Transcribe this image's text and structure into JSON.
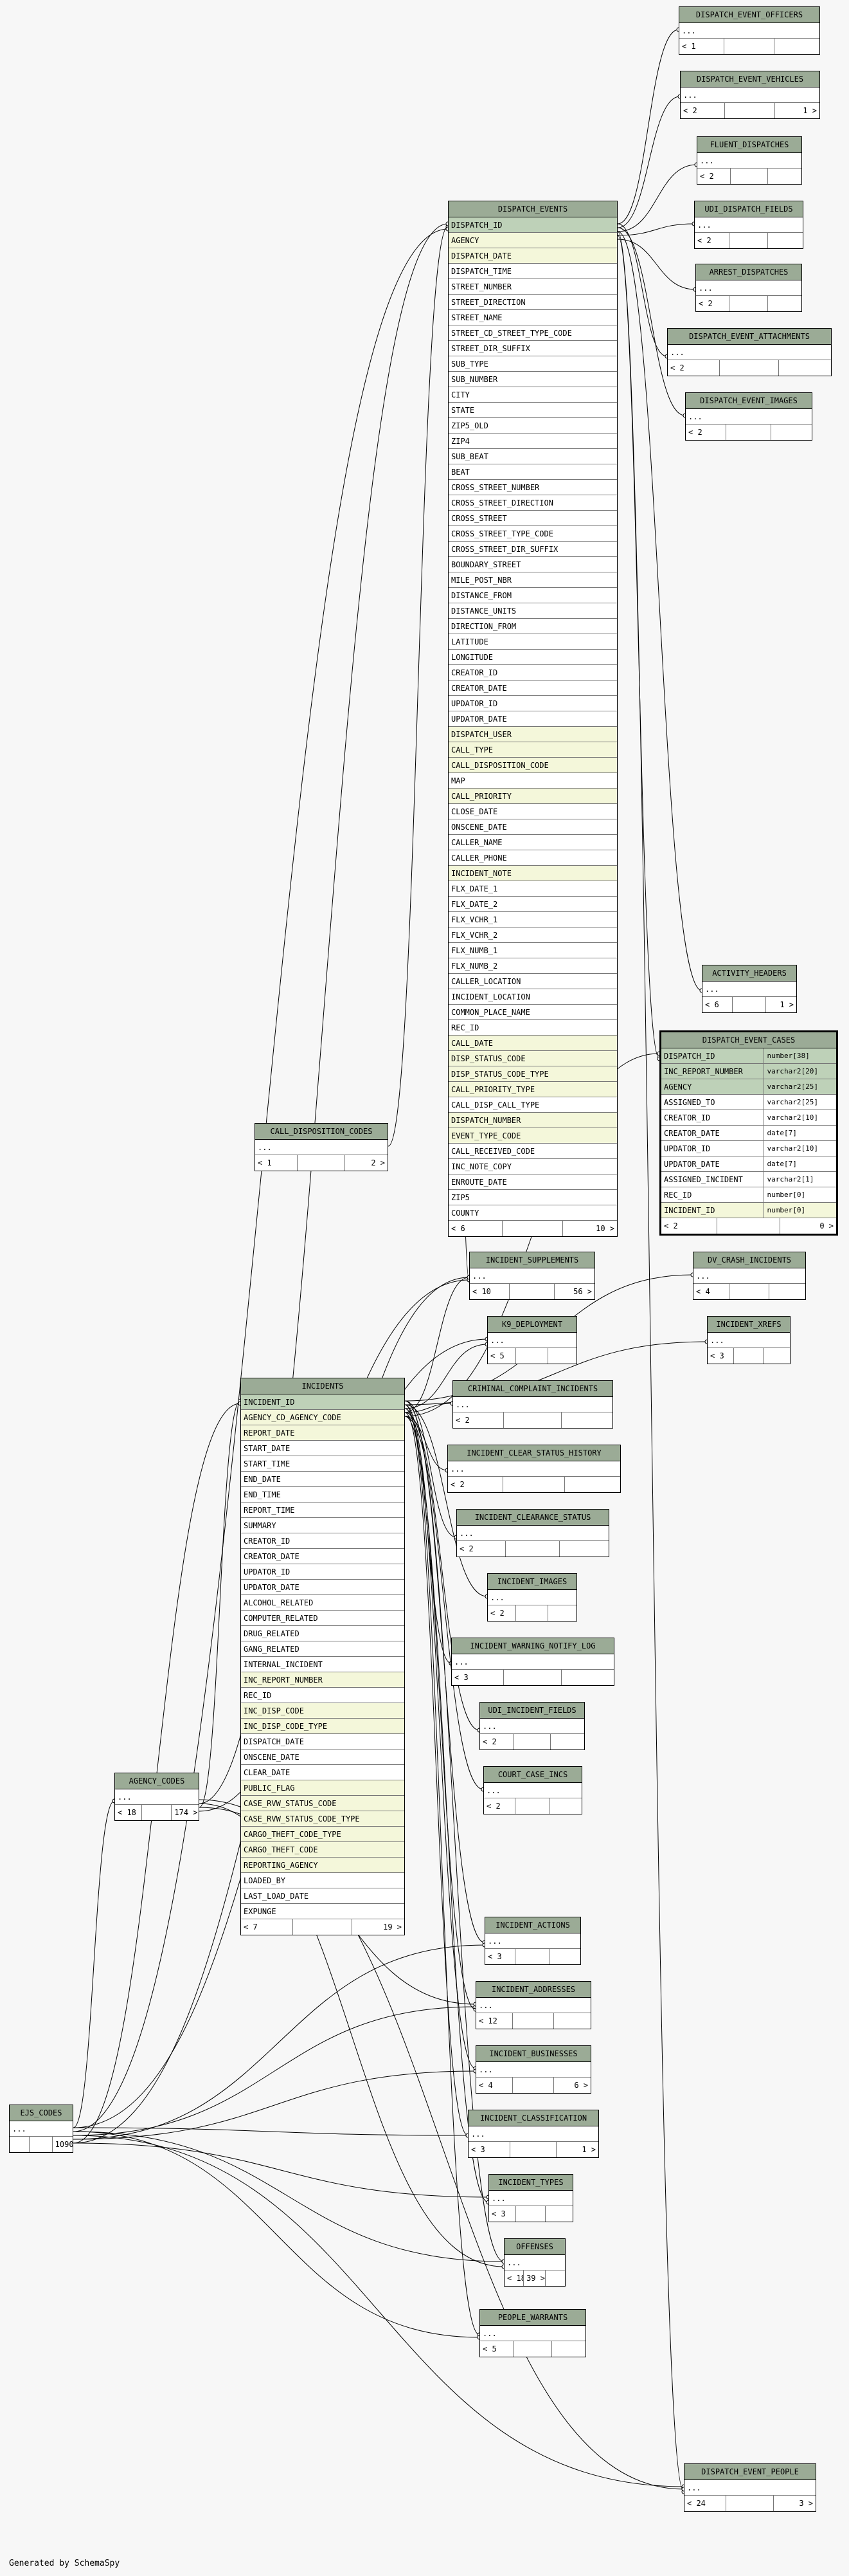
{
  "footer": "Generated by SchemaSpy",
  "tables": [
    {
      "id": "dispatch_event_officers",
      "name": "DISPATCH_EVENT_OFFICERS",
      "rows": [
        {
          "t": "...",
          "k": "plain"
        }
      ],
      "footer": [
        "< 1",
        "",
        ""
      ]
    },
    {
      "id": "dispatch_event_vehicles",
      "name": "DISPATCH_EVENT_VEHICLES",
      "rows": [
        {
          "t": "...",
          "k": "plain"
        }
      ],
      "footer": [
        "< 2",
        "",
        "1 >"
      ]
    },
    {
      "id": "fluent_dispatches",
      "name": "FLUENT_DISPATCHES",
      "rows": [
        {
          "t": "...",
          "k": "plain"
        }
      ],
      "footer": [
        "< 2",
        "",
        ""
      ]
    },
    {
      "id": "udi_dispatch_fields",
      "name": "UDI_DISPATCH_FIELDS",
      "rows": [
        {
          "t": "...",
          "k": "plain"
        }
      ],
      "footer": [
        "< 2",
        "",
        ""
      ]
    },
    {
      "id": "arrest_dispatches",
      "name": "ARREST_DISPATCHES",
      "rows": [
        {
          "t": "...",
          "k": "plain"
        }
      ],
      "footer": [
        "< 2",
        "",
        ""
      ]
    },
    {
      "id": "dispatch_event_attachments",
      "name": "DISPATCH_EVENT_ATTACHMENTS",
      "rows": [
        {
          "t": "...",
          "k": "plain"
        }
      ],
      "footer": [
        "< 2",
        "",
        ""
      ]
    },
    {
      "id": "dispatch_event_images",
      "name": "DISPATCH_EVENT_IMAGES",
      "rows": [
        {
          "t": "...",
          "k": "plain"
        }
      ],
      "footer": [
        "< 2",
        "",
        ""
      ]
    },
    {
      "id": "dispatch_events",
      "name": "DISPATCH_EVENTS",
      "rows": [
        {
          "t": "DISPATCH_ID",
          "k": "pk"
        },
        {
          "t": "AGENCY",
          "k": "fk"
        },
        {
          "t": "DISPATCH_DATE",
          "k": "fk"
        },
        {
          "t": "DISPATCH_TIME",
          "k": "plain"
        },
        {
          "t": "STREET_NUMBER",
          "k": "plain"
        },
        {
          "t": "STREET_DIRECTION",
          "k": "plain"
        },
        {
          "t": "STREET_NAME",
          "k": "plain"
        },
        {
          "t": "STREET_CD_STREET_TYPE_CODE",
          "k": "plain"
        },
        {
          "t": "STREET_DIR_SUFFIX",
          "k": "plain"
        },
        {
          "t": "SUB_TYPE",
          "k": "plain"
        },
        {
          "t": "SUB_NUMBER",
          "k": "plain"
        },
        {
          "t": "CITY",
          "k": "plain"
        },
        {
          "t": "STATE",
          "k": "plain"
        },
        {
          "t": "ZIP5_OLD",
          "k": "plain"
        },
        {
          "t": "ZIP4",
          "k": "plain"
        },
        {
          "t": "SUB_BEAT",
          "k": "plain"
        },
        {
          "t": "BEAT",
          "k": "plain"
        },
        {
          "t": "CROSS_STREET_NUMBER",
          "k": "plain"
        },
        {
          "t": "CROSS_STREET_DIRECTION",
          "k": "plain"
        },
        {
          "t": "CROSS_STREET",
          "k": "plain"
        },
        {
          "t": "CROSS_STREET_TYPE_CODE",
          "k": "plain"
        },
        {
          "t": "CROSS_STREET_DIR_SUFFIX",
          "k": "plain"
        },
        {
          "t": "BOUNDARY_STREET",
          "k": "plain"
        },
        {
          "t": "MILE_POST_NBR",
          "k": "plain"
        },
        {
          "t": "DISTANCE_FROM",
          "k": "plain"
        },
        {
          "t": "DISTANCE_UNITS",
          "k": "plain"
        },
        {
          "t": "DIRECTION_FROM",
          "k": "plain"
        },
        {
          "t": "LATITUDE",
          "k": "plain"
        },
        {
          "t": "LONGITUDE",
          "k": "plain"
        },
        {
          "t": "CREATOR_ID",
          "k": "plain"
        },
        {
          "t": "CREATOR_DATE",
          "k": "plain"
        },
        {
          "t": "UPDATOR_ID",
          "k": "plain"
        },
        {
          "t": "UPDATOR_DATE",
          "k": "plain"
        },
        {
          "t": "DISPATCH_USER",
          "k": "fk"
        },
        {
          "t": "CALL_TYPE",
          "k": "fk"
        },
        {
          "t": "CALL_DISPOSITION_CODE",
          "k": "fk"
        },
        {
          "t": "MAP",
          "k": "plain"
        },
        {
          "t": "CALL_PRIORITY",
          "k": "fk"
        },
        {
          "t": "CLOSE_DATE",
          "k": "plain"
        },
        {
          "t": "ONSCENE_DATE",
          "k": "plain"
        },
        {
          "t": "CALLER_NAME",
          "k": "plain"
        },
        {
          "t": "CALLER_PHONE",
          "k": "plain"
        },
        {
          "t": "INCIDENT_NOTE",
          "k": "fk"
        },
        {
          "t": "FLX_DATE_1",
          "k": "plain"
        },
        {
          "t": "FLX_DATE_2",
          "k": "plain"
        },
        {
          "t": "FLX_VCHR_1",
          "k": "plain"
        },
        {
          "t": "FLX_VCHR_2",
          "k": "plain"
        },
        {
          "t": "FLX_NUMB_1",
          "k": "plain"
        },
        {
          "t": "FLX_NUMB_2",
          "k": "plain"
        },
        {
          "t": "CALLER_LOCATION",
          "k": "plain"
        },
        {
          "t": "INCIDENT_LOCATION",
          "k": "plain"
        },
        {
          "t": "COMMON_PLACE_NAME",
          "k": "plain"
        },
        {
          "t": "REC_ID",
          "k": "plain"
        },
        {
          "t": "CALL_DATE",
          "k": "fk"
        },
        {
          "t": "DISP_STATUS_CODE",
          "k": "fk"
        },
        {
          "t": "DISP_STATUS_CODE_TYPE",
          "k": "fk"
        },
        {
          "t": "CALL_PRIORITY_TYPE",
          "k": "fk"
        },
        {
          "t": "CALL_DISP_CALL_TYPE",
          "k": "plain"
        },
        {
          "t": "DISPATCH_NUMBER",
          "k": "fk"
        },
        {
          "t": "EVENT_TYPE_CODE",
          "k": "fk"
        },
        {
          "t": "CALL_RECEIVED_CODE",
          "k": "plain"
        },
        {
          "t": "INC_NOTE_COPY",
          "k": "plain"
        },
        {
          "t": "ENROUTE_DATE",
          "k": "plain"
        },
        {
          "t": "ZIP5",
          "k": "plain"
        },
        {
          "t": "COUNTY",
          "k": "plain"
        }
      ],
      "footer": [
        "< 6",
        "",
        "10 >"
      ]
    },
    {
      "id": "activity_headers",
      "name": "ACTIVITY_HEADERS",
      "rows": [
        {
          "t": "...",
          "k": "plain"
        }
      ],
      "footer": [
        "< 6",
        "",
        "1 >"
      ]
    },
    {
      "id": "dispatch_event_cases",
      "name": "DISPATCH_EVENT_CASES",
      "rows": [
        {
          "t": "DISPATCH_ID",
          "k": "pk",
          "ty": "number[38]"
        },
        {
          "t": "INC_REPORT_NUMBER",
          "k": "pk",
          "ty": "varchar2[20]"
        },
        {
          "t": "AGENCY",
          "k": "pk",
          "ty": "varchar2[25]"
        },
        {
          "t": "ASSIGNED_TO",
          "k": "plain",
          "ty": "varchar2[25]"
        },
        {
          "t": "CREATOR_ID",
          "k": "plain",
          "ty": "varchar2[10]"
        },
        {
          "t": "CREATOR_DATE",
          "k": "plain",
          "ty": "date[7]"
        },
        {
          "t": "UPDATOR_ID",
          "k": "plain",
          "ty": "varchar2[10]"
        },
        {
          "t": "UPDATOR_DATE",
          "k": "plain",
          "ty": "date[7]"
        },
        {
          "t": "ASSIGNED_INCIDENT",
          "k": "plain",
          "ty": "varchar2[1]"
        },
        {
          "t": "REC_ID",
          "k": "plain",
          "ty": "number[0]"
        },
        {
          "t": "INCIDENT_ID",
          "k": "fk",
          "ty": "number[0]"
        }
      ],
      "footer": [
        "< 2",
        "",
        "0 >"
      ]
    },
    {
      "id": "call_disposition_codes",
      "name": "CALL_DISPOSITION_CODES",
      "rows": [
        {
          "t": "...",
          "k": "plain"
        }
      ],
      "footer": [
        "< 1",
        "",
        "2 >"
      ]
    },
    {
      "id": "incident_supplements",
      "name": "INCIDENT_SUPPLEMENTS",
      "rows": [
        {
          "t": "...",
          "k": "plain"
        }
      ],
      "footer": [
        "< 10",
        "",
        "56 >"
      ]
    },
    {
      "id": "dv_crash_incidents",
      "name": "DV_CRASH_INCIDENTS",
      "rows": [
        {
          "t": "...",
          "k": "plain"
        }
      ],
      "footer": [
        "< 4",
        "",
        ""
      ]
    },
    {
      "id": "incident_xrefs",
      "name": "INCIDENT_XREFS",
      "rows": [
        {
          "t": "...",
          "k": "plain"
        }
      ],
      "footer": [
        "< 3",
        "",
        ""
      ]
    },
    {
      "id": "k9_deployment",
      "name": "K9_DEPLOYMENT",
      "rows": [
        {
          "t": "...",
          "k": "plain"
        }
      ],
      "footer": [
        "< 5",
        "",
        ""
      ]
    },
    {
      "id": "criminal_complaint_incidents",
      "name": "CRIMINAL_COMPLAINT_INCIDENTS",
      "rows": [
        {
          "t": "...",
          "k": "plain"
        }
      ],
      "footer": [
        "< 2",
        "",
        ""
      ]
    },
    {
      "id": "incidents",
      "name": "INCIDENTS",
      "rows": [
        {
          "t": "INCIDENT_ID",
          "k": "pk"
        },
        {
          "t": "AGENCY_CD_AGENCY_CODE",
          "k": "fk"
        },
        {
          "t": "REPORT_DATE",
          "k": "fk"
        },
        {
          "t": "START_DATE",
          "k": "plain"
        },
        {
          "t": "START_TIME",
          "k": "plain"
        },
        {
          "t": "END_DATE",
          "k": "plain"
        },
        {
          "t": "END_TIME",
          "k": "plain"
        },
        {
          "t": "REPORT_TIME",
          "k": "plain"
        },
        {
          "t": "SUMMARY",
          "k": "plain"
        },
        {
          "t": "CREATOR_ID",
          "k": "plain"
        },
        {
          "t": "CREATOR_DATE",
          "k": "plain"
        },
        {
          "t": "UPDATOR_ID",
          "k": "plain"
        },
        {
          "t": "UPDATOR_DATE",
          "k": "plain"
        },
        {
          "t": "ALCOHOL_RELATED",
          "k": "plain"
        },
        {
          "t": "COMPUTER_RELATED",
          "k": "plain"
        },
        {
          "t": "DRUG_RELATED",
          "k": "plain"
        },
        {
          "t": "GANG_RELATED",
          "k": "plain"
        },
        {
          "t": "INTERNAL_INCIDENT",
          "k": "plain"
        },
        {
          "t": "INC_REPORT_NUMBER",
          "k": "fk"
        },
        {
          "t": "REC_ID",
          "k": "plain"
        },
        {
          "t": "INC_DISP_CODE",
          "k": "fk"
        },
        {
          "t": "INC_DISP_CODE_TYPE",
          "k": "fk"
        },
        {
          "t": "DISPATCH_DATE",
          "k": "plain"
        },
        {
          "t": "ONSCENE_DATE",
          "k": "plain"
        },
        {
          "t": "CLEAR_DATE",
          "k": "plain"
        },
        {
          "t": "PUBLIC_FLAG",
          "k": "fk"
        },
        {
          "t": "CASE_RVW_STATUS_CODE",
          "k": "fk"
        },
        {
          "t": "CASE_RVW_STATUS_CODE_TYPE",
          "k": "fk"
        },
        {
          "t": "CARGO_THEFT_CODE_TYPE",
          "k": "fk"
        },
        {
          "t": "CARGO_THEFT_CODE",
          "k": "fk"
        },
        {
          "t": "REPORTING_AGENCY",
          "k": "fk"
        },
        {
          "t": "LOADED_BY",
          "k": "plain"
        },
        {
          "t": "LAST_LOAD_DATE",
          "k": "plain"
        },
        {
          "t": "EXPUNGE",
          "k": "plain"
        }
      ],
      "footer": [
        "< 7",
        "",
        "19 >"
      ]
    },
    {
      "id": "incident_clear_status_history",
      "name": "INCIDENT_CLEAR_STATUS_HISTORY",
      "rows": [
        {
          "t": "...",
          "k": "plain"
        }
      ],
      "footer": [
        "< 2",
        "",
        ""
      ]
    },
    {
      "id": "incident_clearance_status",
      "name": "INCIDENT_CLEARANCE_STATUS",
      "rows": [
        {
          "t": "...",
          "k": "plain"
        }
      ],
      "footer": [
        "< 2",
        "",
        ""
      ]
    },
    {
      "id": "incident_images",
      "name": "INCIDENT_IMAGES",
      "rows": [
        {
          "t": "...",
          "k": "plain"
        }
      ],
      "footer": [
        "< 2",
        "",
        ""
      ]
    },
    {
      "id": "incident_warning_notify_log",
      "name": "INCIDENT_WARNING_NOTIFY_LOG",
      "rows": [
        {
          "t": "...",
          "k": "plain"
        }
      ],
      "footer": [
        "< 3",
        "",
        ""
      ]
    },
    {
      "id": "udi_incident_fields",
      "name": "UDI_INCIDENT_FIELDS",
      "rows": [
        {
          "t": "...",
          "k": "plain"
        }
      ],
      "footer": [
        "< 2",
        "",
        ""
      ]
    },
    {
      "id": "agency_codes",
      "name": "AGENCY_CODES",
      "rows": [
        {
          "t": "...",
          "k": "plain"
        }
      ],
      "footer": [
        "< 18",
        "",
        "174 >"
      ]
    },
    {
      "id": "court_case_incs",
      "name": "COURT_CASE_INCS",
      "rows": [
        {
          "t": "...",
          "k": "plain"
        }
      ],
      "footer": [
        "< 2",
        "",
        ""
      ]
    },
    {
      "id": "incident_actions",
      "name": "INCIDENT_ACTIONS",
      "rows": [
        {
          "t": "...",
          "k": "plain"
        }
      ],
      "footer": [
        "< 3",
        "",
        ""
      ]
    },
    {
      "id": "incident_addresses",
      "name": "INCIDENT_ADDRESSES",
      "rows": [
        {
          "t": "...",
          "k": "plain"
        }
      ],
      "footer": [
        "< 12",
        "",
        ""
      ]
    },
    {
      "id": "incident_businesses",
      "name": "INCIDENT_BUSINESSES",
      "rows": [
        {
          "t": "...",
          "k": "plain"
        }
      ],
      "footer": [
        "< 4",
        "",
        "6 >"
      ]
    },
    {
      "id": "ejs_codes",
      "name": "EJS_CODES",
      "rows": [
        {
          "t": "...",
          "k": "plain"
        }
      ],
      "footer": [
        "",
        "",
        "1090 >"
      ]
    },
    {
      "id": "incident_classification",
      "name": "INCIDENT_CLASSIFICATION",
      "rows": [
        {
          "t": "...",
          "k": "plain"
        }
      ],
      "footer": [
        "< 3",
        "",
        "1 >"
      ]
    },
    {
      "id": "incident_types",
      "name": "INCIDENT_TYPES",
      "rows": [
        {
          "t": "...",
          "k": "plain"
        }
      ],
      "footer": [
        "< 3",
        "",
        ""
      ]
    },
    {
      "id": "offenses",
      "name": "OFFENSES",
      "rows": [
        {
          "t": "...",
          "k": "plain"
        }
      ],
      "footer": [
        "< 18",
        "39 >",
        ""
      ]
    },
    {
      "id": "people_warrants",
      "name": "PEOPLE_WARRANTS",
      "rows": [
        {
          "t": "...",
          "k": "plain"
        }
      ],
      "footer": [
        "< 5",
        "",
        ""
      ]
    },
    {
      "id": "dispatch_event_people",
      "name": "DISPATCH_EVENT_PEOPLE",
      "rows": [
        {
          "t": "...",
          "k": "plain"
        }
      ],
      "footer": [
        "< 24",
        "",
        "3 >"
      ]
    }
  ]
}
